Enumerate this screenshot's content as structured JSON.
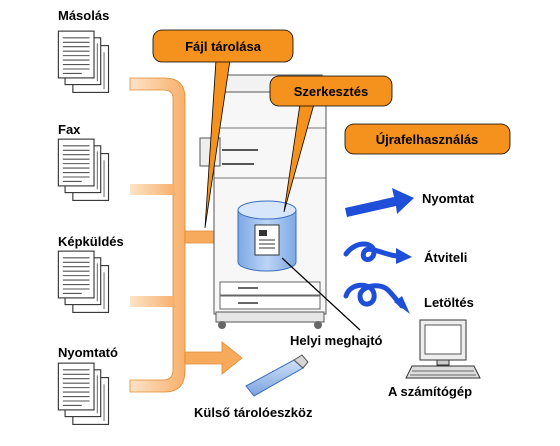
{
  "sources": [
    "Másolás",
    "Fax",
    "Képküldés",
    "Nyomtató"
  ],
  "callouts": {
    "file_storage": "Fájl tárolása",
    "edit": "Szerkesztés",
    "reuse": "Újrafelhasználás"
  },
  "outputs": [
    "Nyomtat",
    "Átviteli",
    "Letöltés"
  ],
  "local_drive": "Helyi meghajtó",
  "external_storage": "Külső tárolóeszköz",
  "computer": "A számítógép",
  "colors": {
    "orange": "#f5921e",
    "orange_light": "#fbd3a8",
    "blue": "#1f4fd8",
    "drum": "#a9c7ef"
  }
}
